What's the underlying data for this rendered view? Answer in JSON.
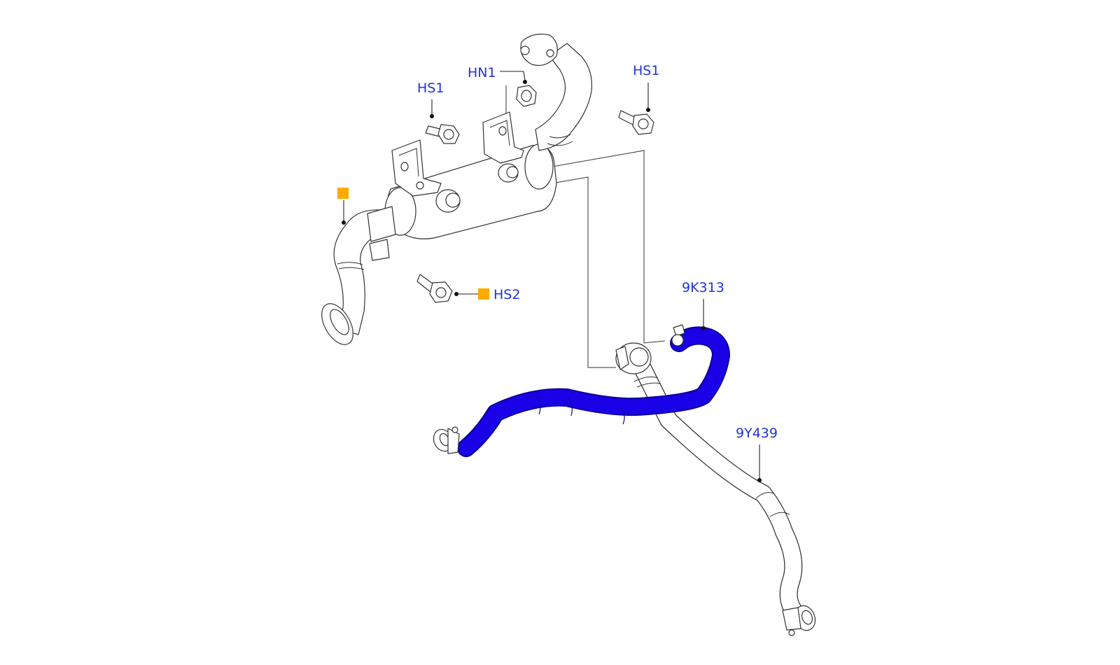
{
  "colors": {
    "highlight_hose": "#1a00e6",
    "label_text": "#2233dd",
    "marker": "#ffaa00",
    "line_art": "#333333"
  },
  "labels": {
    "hs1_left": "HS1",
    "hn1": "HN1",
    "hs1_right": "HS1",
    "hs2": "HS2",
    "part_9k313": "9K313",
    "part_9y439": "9Y439"
  },
  "markers": {
    "egr_tube_marker": "orange-square-marker",
    "hs2_marker": "orange-square-marker"
  }
}
